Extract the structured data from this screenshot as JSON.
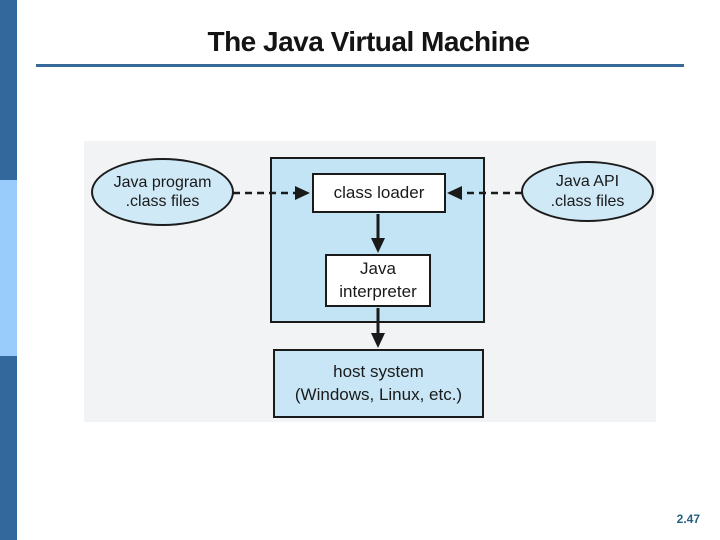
{
  "slide": {
    "title": "The Java Virtual Machine",
    "page_number": "2.47"
  },
  "colors": {
    "accent_bar": "#33689c",
    "accent_bar_light": "#99ccfb",
    "title_rule": "#38699b",
    "title_text": "#141414",
    "ellipse_fill": "#cfe9f7",
    "jvm_box_fill": "#c3e4f4",
    "host_box_fill": "#c8e6f6",
    "node_fill": "#ffffff",
    "outline": "#1a1a1a",
    "page_number_color": "#26607f"
  },
  "diagram": {
    "left_ellipse": {
      "line1": "Java program",
      "line2": ".class files"
    },
    "right_ellipse": {
      "line1": "Java API",
      "line2": ".class files"
    },
    "class_loader": {
      "label": "class loader"
    },
    "java_interpreter": {
      "line1": "Java",
      "line2": "interpreter"
    },
    "host_system": {
      "line1": "host system",
      "line2": "(Windows, Linux, etc.)"
    },
    "connections": [
      {
        "from": "java-program-class-files",
        "to": "class-loader",
        "style": "dashed-arrow"
      },
      {
        "from": "java-api-class-files",
        "to": "class-loader",
        "style": "dashed-arrow"
      },
      {
        "from": "class-loader",
        "to": "java-interpreter",
        "style": "solid-arrow"
      },
      {
        "from": "java-interpreter",
        "to": "host-system",
        "style": "solid-arrow"
      }
    ]
  }
}
